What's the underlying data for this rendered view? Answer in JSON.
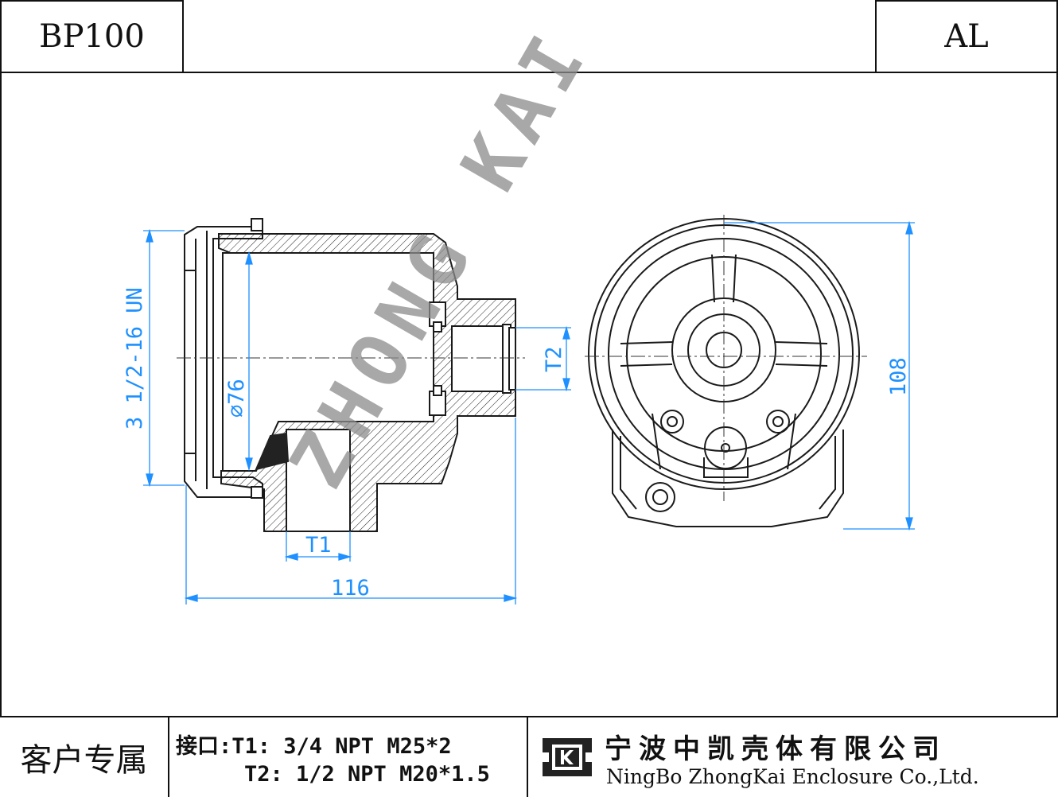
{
  "header": {
    "model": "BP100",
    "material": "AL"
  },
  "drawing": {
    "dim_thread": "3 1/2-16 UN",
    "dim_inner_dia": "⌀76",
    "dim_port_t1": "T1",
    "dim_port_t2": "T2",
    "dim_length": "116",
    "dim_height": "108",
    "watermark": "ZHONG KAI",
    "line_color": "#1a1a1a",
    "dim_color": "#1e90ff",
    "watermark_color": "#8c8c8c"
  },
  "footer": {
    "customer_label": "客户专属",
    "port_line1": "接口:T1: 3/4 NPT M25*2",
    "port_line2": "T2: 1/2 NPT M20*1.5",
    "company_cn": "宁波中凯壳体有限公司",
    "company_en": "NingBo ZhongKai Enclosure Co.,Ltd.",
    "logo_icon": "zhongkai-logo-icon"
  }
}
